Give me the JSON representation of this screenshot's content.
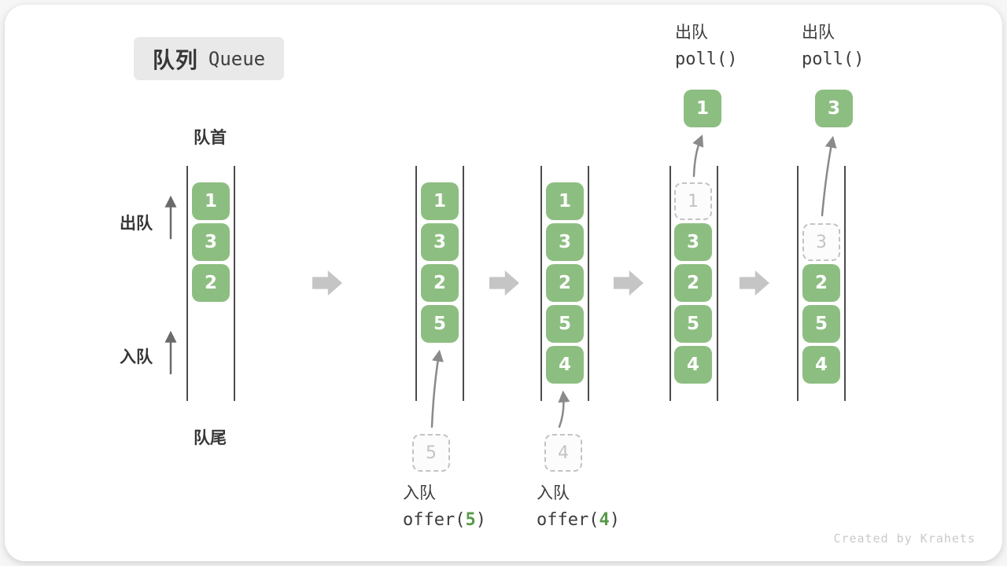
{
  "title": {
    "zh": "队列",
    "en": "Queue"
  },
  "front_label": "队首",
  "rear_label": "队尾",
  "side_labels": {
    "dequeue": "出队",
    "enqueue": "入队"
  },
  "states": [
    {
      "cells": [
        "1",
        "3",
        "2"
      ]
    },
    {
      "cells": [
        "1",
        "3",
        "2",
        "5"
      ],
      "staged": "5"
    },
    {
      "cells": [
        "1",
        "3",
        "2",
        "5",
        "4"
      ],
      "staged": "4"
    },
    {
      "cells": [
        "1",
        "3",
        "2",
        "5",
        "4"
      ],
      "dequeued": "1"
    },
    {
      "cells": [
        "3",
        "2",
        "5",
        "4"
      ],
      "dequeued": "3"
    }
  ],
  "operations": {
    "enqueue5": {
      "label": "入队",
      "fn_open": "offer(",
      "arg": "5",
      "fn_close": ")"
    },
    "enqueue4": {
      "label": "入队",
      "fn_open": "offer(",
      "arg": "4",
      "fn_close": ")"
    },
    "dequeue1": {
      "label": "出队",
      "code": "poll()"
    },
    "dequeue3": {
      "label": "出队",
      "code": "poll()"
    }
  },
  "watermark": "Created by Krahets",
  "colors": {
    "box_green": "#8dbe81",
    "code_green": "#569a48",
    "title_bg": "#e9e9e9",
    "text_dark": "#363636",
    "line_color": "#4c4c4c",
    "ghost_gray": "#c3c3c3",
    "flow_gray": "#c5c5c5",
    "curve_gray": "#8a8a8a",
    "watermark_gray": "#c9c9c9"
  }
}
